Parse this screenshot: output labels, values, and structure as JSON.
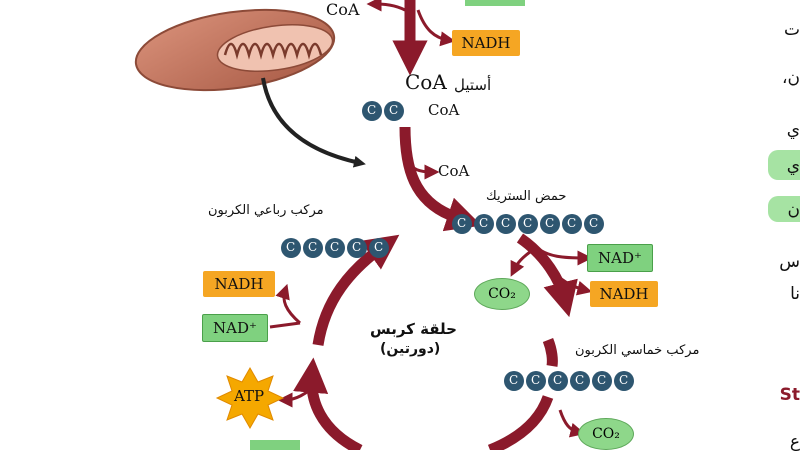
{
  "top": {
    "coa_in": "CoA",
    "nadh_top": "NADH",
    "acetyl_coa_latin": "CoA",
    "acetyl_coa_arabic": "أستيل",
    "acetyl_chain_coa": "CoA",
    "released_coa": "CoA"
  },
  "molecules": {
    "carbon": "C",
    "citric_acid_label": "حمض الستريك",
    "four_carbon_label": "مركب رباعي الكربون",
    "five_carbon_label": "مركب خماسي الكربون"
  },
  "cycle": {
    "title": "حلقة كربس",
    "subtitle": "(دورتين)"
  },
  "cofactors": {
    "nadh": "NADH",
    "nad_plus": "NAD⁺",
    "co2": "CO₂",
    "atp": "ATP"
  },
  "side_text": {
    "frag1": "ت",
    "frag2": "ن،",
    "frag3": "ي",
    "frag4": "ي",
    "frag5": "ن",
    "frag6": "س",
    "frag7": "نا",
    "frag8": "St",
    "frag9": "ع"
  },
  "colors": {
    "arrow": "#8b1a2b",
    "carbon_ball": "#2e5670",
    "nadh_box": "#f5a623",
    "nad_box": "#7fd17f",
    "co2_oval": "#8ed78a",
    "atp_star": "#f5a800",
    "mito_outer": "#c97a62",
    "mito_inner": "#7a3a2c"
  }
}
